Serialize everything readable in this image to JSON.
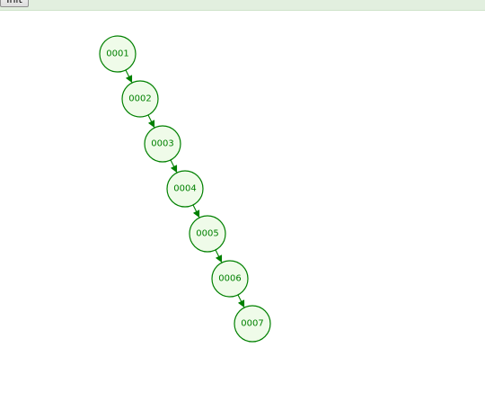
{
  "toolbar": {
    "button_label": "Init"
  },
  "colors": {
    "accent": "#008000",
    "node_fill": "#effbe9",
    "toolbar_bg": "#e2efdf"
  },
  "graph": {
    "nodes": [
      {
        "id": "n1",
        "label": "0001"
      },
      {
        "id": "n2",
        "label": "0002"
      },
      {
        "id": "n3",
        "label": "0003"
      },
      {
        "id": "n4",
        "label": "0004"
      },
      {
        "id": "n5",
        "label": "0005"
      },
      {
        "id": "n6",
        "label": "0006"
      },
      {
        "id": "n7",
        "label": "0007"
      }
    ],
    "edges": [
      {
        "from": "n1",
        "to": "n2"
      },
      {
        "from": "n2",
        "to": "n3"
      },
      {
        "from": "n3",
        "to": "n4"
      },
      {
        "from": "n4",
        "to": "n5"
      },
      {
        "from": "n5",
        "to": "n6"
      },
      {
        "from": "n6",
        "to": "n7"
      }
    ]
  }
}
